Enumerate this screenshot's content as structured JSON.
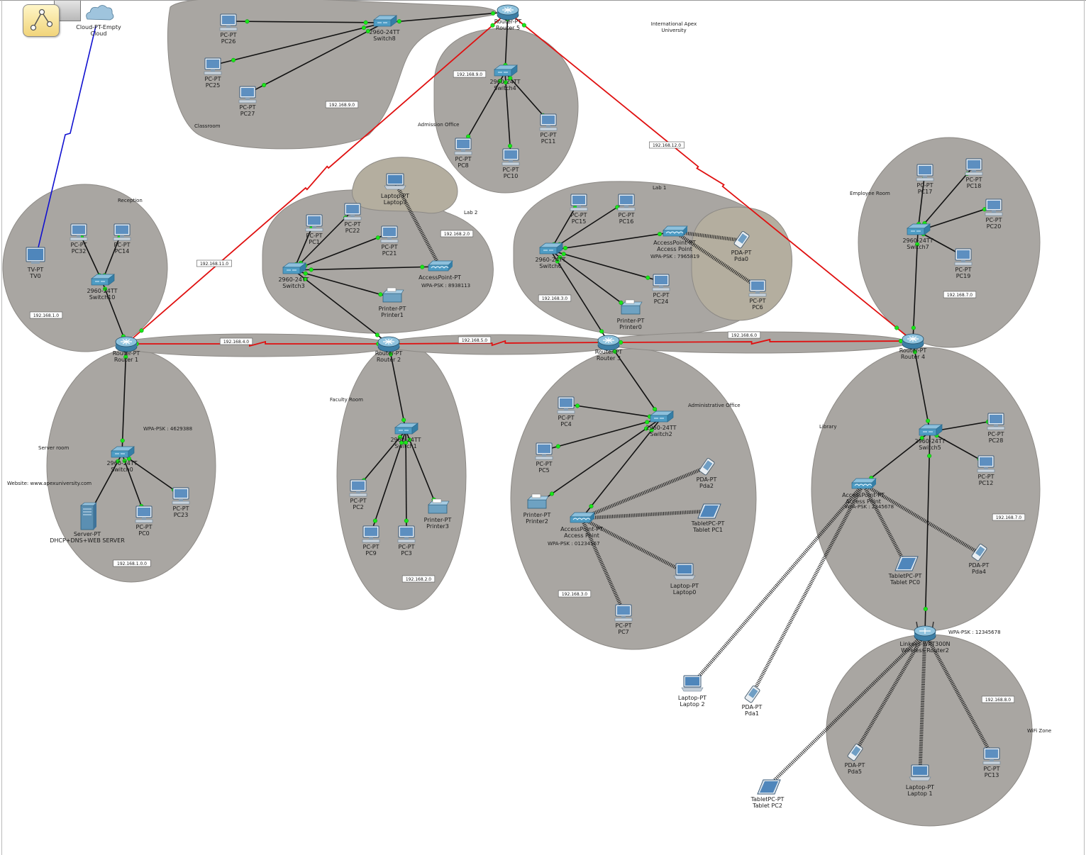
{
  "title": "International Apex University",
  "zones": [
    {
      "id": "classroom",
      "label": "Classroom",
      "subnet": "192.168.9.0"
    },
    {
      "id": "admission",
      "label": "Admission Office",
      "subnet": "192.168.9.0"
    },
    {
      "id": "reception",
      "label": "Reception",
      "subnet": "192.168.1.0"
    },
    {
      "id": "lab2",
      "label": "Lab 2",
      "subnet": "192.168.2.0"
    },
    {
      "id": "lab1",
      "label": "Lab 1",
      "subnet": "192.168.3.0"
    },
    {
      "id": "employee",
      "label": "Employee Room",
      "subnet": "192.168.7.0"
    },
    {
      "id": "server",
      "label": "Server room",
      "subnet": "192.168.1.0.0"
    },
    {
      "id": "faculty",
      "label": "Faculty Room",
      "subnet": "192.168.2.0"
    },
    {
      "id": "adminoffice",
      "label": "Administrative Office",
      "subnet": "192.168.3.0"
    },
    {
      "id": "library",
      "label": "Library",
      "subnet": "192.168.7.0"
    },
    {
      "id": "wifi",
      "label": "WiFi Zone",
      "subnet": "192.168.8.0"
    }
  ],
  "links": [
    {
      "id": "r1-r2",
      "subnet": "192.168.4.0"
    },
    {
      "id": "r2-r3",
      "subnet": "192.168.5.0"
    },
    {
      "id": "r3-r4",
      "subnet": "192.168.6.0"
    },
    {
      "id": "r1-r5",
      "subnet": "192.168.11.0"
    },
    {
      "id": "r5-r4",
      "subnet": "192.168.12.0"
    }
  ],
  "annotations": {
    "website": "Website: www.apexuniversity.com",
    "server_psk": "WPA-PSK : 4629388",
    "lab2_psk": "WPA-PSK : 8938113",
    "lab1_psk": "WPA-PSK : 7965819",
    "admin_psk": "WPA-PSK : 01234567",
    "library_psk": "WPA-PSK : 2345678",
    "wifi_psk": "WPA-PSK : 12345678"
  },
  "devices": {
    "cloud": {
      "type": "Cloud-PT-Empty",
      "name": "Cloud"
    },
    "tv0": {
      "type": "TV-PT",
      "name": "TV0"
    },
    "router1": {
      "type": "Router-PT",
      "name": "Router 1"
    },
    "router2": {
      "type": "Router-PT",
      "name": "Router 2"
    },
    "router3": {
      "type": "Router-PT",
      "name": "Router 3"
    },
    "router4": {
      "type": "Router-PT",
      "name": "Router 4"
    },
    "router5": {
      "type": "Router-PT",
      "name": "Router 5"
    },
    "switch0": {
      "type": "2960-24TT",
      "name": "Switch0"
    },
    "switch1": {
      "type": "2960-24TT",
      "name": "Switch1"
    },
    "switch2": {
      "type": "2960-24TT",
      "name": "Switch2"
    },
    "switch3": {
      "type": "2960-24TT",
      "name": "Switch3"
    },
    "switch4": {
      "type": "2960-24TT",
      "name": "Switch4"
    },
    "switch5": {
      "type": "2960-24TT",
      "name": "Switch5"
    },
    "switch6": {
      "type": "2960-24TT",
      "name": "Switch6"
    },
    "switch7": {
      "type": "2960-24TT",
      "name": "Switch7"
    },
    "switch8": {
      "type": "2960-24TT",
      "name": "Switch8"
    },
    "switch10": {
      "type": "2960-24TT",
      "name": "Switch10"
    },
    "pc26": {
      "type": "PC-PT",
      "name": "PC26"
    },
    "pc25": {
      "type": "PC-PT",
      "name": "PC25"
    },
    "pc27": {
      "type": "PC-PT",
      "name": "PC27"
    },
    "pc8": {
      "type": "PC-PT",
      "name": "PC8"
    },
    "pc10": {
      "type": "PC-PT",
      "name": "PC10"
    },
    "pc11": {
      "type": "PC-PT",
      "name": "PC11"
    },
    "pc32": {
      "type": "PC-PT",
      "name": "PC32"
    },
    "pc14": {
      "type": "PC-PT",
      "name": "PC14"
    },
    "pc1": {
      "type": "PC-PT",
      "name": "PC1"
    },
    "pc22": {
      "type": "PC-PT",
      "name": "PC22"
    },
    "pc21": {
      "type": "PC-PT",
      "name": "PC21"
    },
    "laptop3": {
      "type": "Laptop-PT",
      "name": "Laptop3"
    },
    "ap_lab2": {
      "type": "AccessPoint-PT",
      "name": ""
    },
    "printer1": {
      "type": "Printer-PT",
      "name": "Printer1"
    },
    "pc15": {
      "type": "PC-PT",
      "name": "PC15"
    },
    "pc16": {
      "type": "PC-PT",
      "name": "PC16"
    },
    "ap_lab1": {
      "type": "AccessPoint-PT",
      "name": "Access Point"
    },
    "pda0": {
      "type": "PDA-PT",
      "name": "Pda0"
    },
    "pc6": {
      "type": "PC-PT",
      "name": "PC6"
    },
    "pc24": {
      "type": "PC-PT",
      "name": "PC24"
    },
    "printer0": {
      "type": "Printer-PT",
      "name": "Printer0"
    },
    "pc17": {
      "type": "PC-PT",
      "name": "PC17"
    },
    "pc18": {
      "type": "PC-PT",
      "name": "PC18"
    },
    "pc20": {
      "type": "PC-PT",
      "name": "PC20"
    },
    "pc19": {
      "type": "PC-PT",
      "name": "PC19"
    },
    "server": {
      "type": "Server-PT",
      "name": "DHCP+DNS+WEB SERVER"
    },
    "pc0": {
      "type": "PC-PT",
      "name": "PC0"
    },
    "pc23": {
      "type": "PC-PT",
      "name": "PC23"
    },
    "pc2": {
      "type": "PC-PT",
      "name": "PC2"
    },
    "pc9": {
      "type": "PC-PT",
      "name": "PC9"
    },
    "pc3": {
      "type": "PC-PT",
      "name": "PC3"
    },
    "printer3": {
      "type": "Printer-PT",
      "name": "Printer3"
    },
    "pc4": {
      "type": "PC-PT",
      "name": "PC4"
    },
    "pc5": {
      "type": "PC-PT",
      "name": "PC5"
    },
    "printer2": {
      "type": "Printer-PT",
      "name": "Printer2"
    },
    "ap_admin": {
      "type": "AccessPoint-PT",
      "name": "Access Point"
    },
    "pda2": {
      "type": "PDA-PT",
      "name": "Pda2"
    },
    "tabletpc1": {
      "type": "TabletPC-PT",
      "name": "Tablet PC1"
    },
    "laptop0": {
      "type": "Laptop-PT",
      "name": "Laptop0"
    },
    "pc7": {
      "type": "PC-PT",
      "name": "PC7"
    },
    "pc28": {
      "type": "PC-PT",
      "name": "PC28"
    },
    "pc12": {
      "type": "PC-PT",
      "name": "PC12"
    },
    "ap_lib": {
      "type": "AccessPoint-PT",
      "name": "Access Point"
    },
    "tabletpc0": {
      "type": "TabletPC-PT",
      "name": "Tablet PC0"
    },
    "pda4": {
      "type": "PDA-PT",
      "name": "Pda4"
    },
    "wrouter": {
      "type": "Linksys-WRT300N",
      "name": "Wireless Router2"
    },
    "laptop2": {
      "type": "Laptop-PT",
      "name": "Laptop 2"
    },
    "pda1": {
      "type": "PDA-PT",
      "name": "Pda1"
    },
    "tabletpc2": {
      "type": "TabletPC-PT",
      "name": "Tablet PC2"
    },
    "pda5": {
      "type": "PDA-PT",
      "name": "Pda5"
    },
    "laptop1": {
      "type": "Laptop-PT",
      "name": "Laptop 1"
    },
    "pc13": {
      "type": "PC-PT",
      "name": "PC13"
    }
  }
}
